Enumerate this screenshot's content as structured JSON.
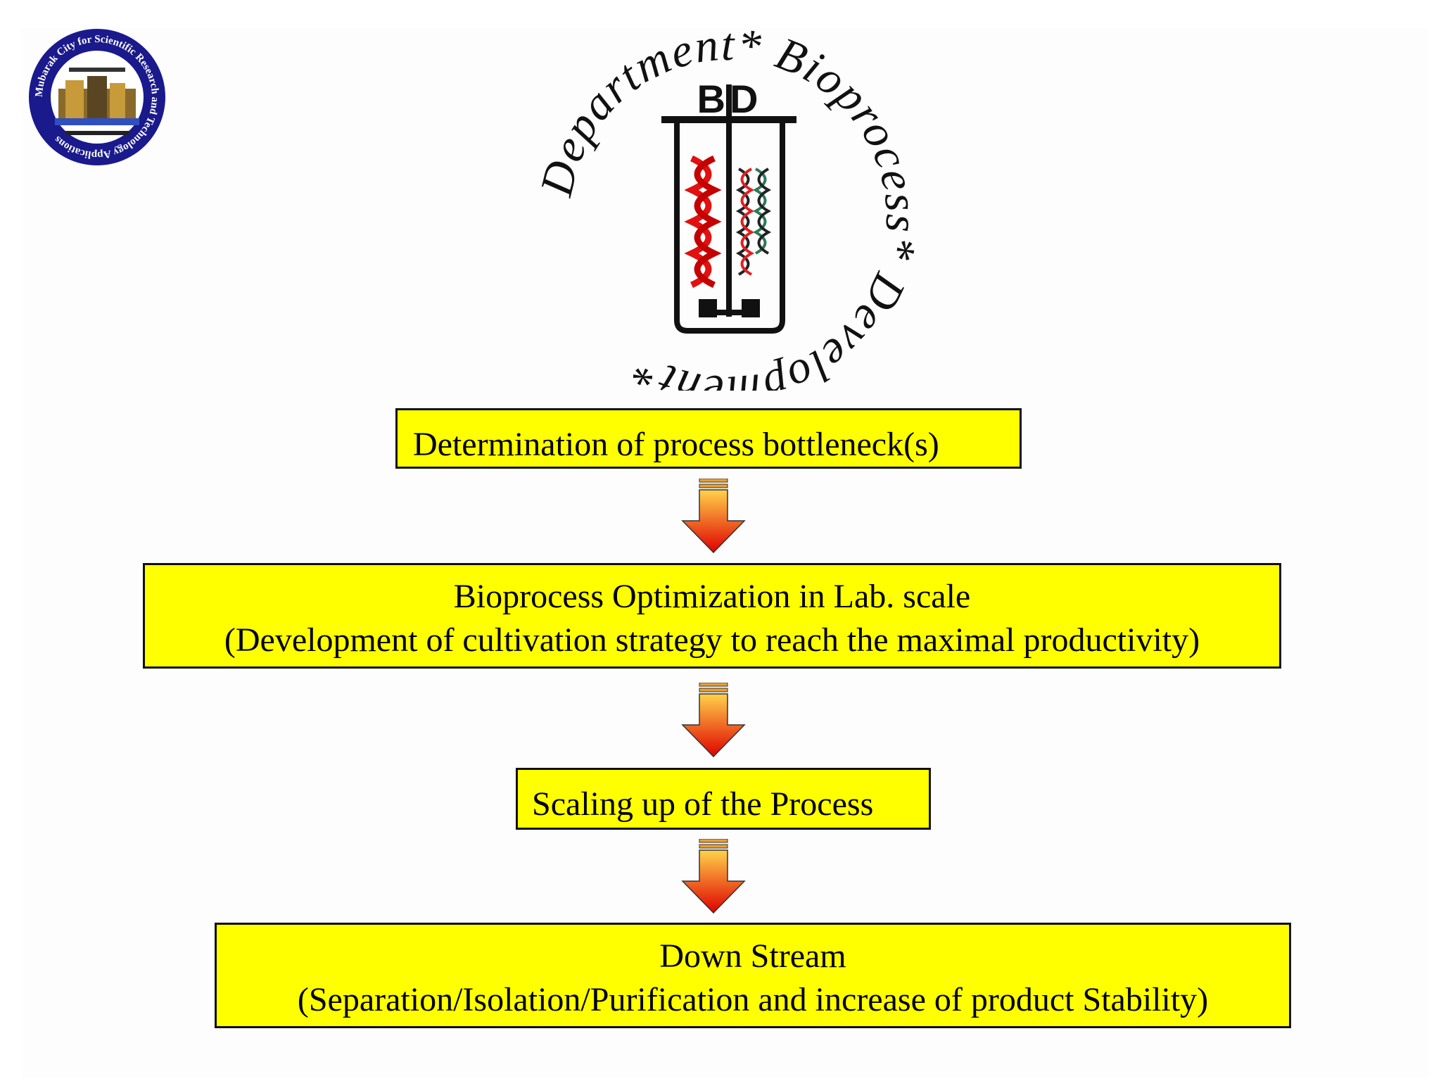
{
  "logos": {
    "university_seal_text": "Mubarak City for Scientific Research and Technology Applications",
    "department_ring_text": "Department* Bioprocess* Development*",
    "department_monogram": "BD"
  },
  "steps": [
    {
      "lines": [
        "Determination of process bottleneck(s)"
      ]
    },
    {
      "lines": [
        "Bioprocess Optimization in Lab. scale",
        "(Development of cultivation strategy to reach the maximal productivity)"
      ]
    },
    {
      "lines": [
        "Scaling up of the Process"
      ]
    },
    {
      "lines": [
        "Down Stream",
        "(Separation/Isolation/Purification and increase of product Stability)"
      ]
    }
  ],
  "colors": {
    "box_fill": "#ffff00",
    "arrow_top": "#ffd34a",
    "arrow_bottom": "#e00000",
    "logo_blue": "#1a1a8c"
  }
}
